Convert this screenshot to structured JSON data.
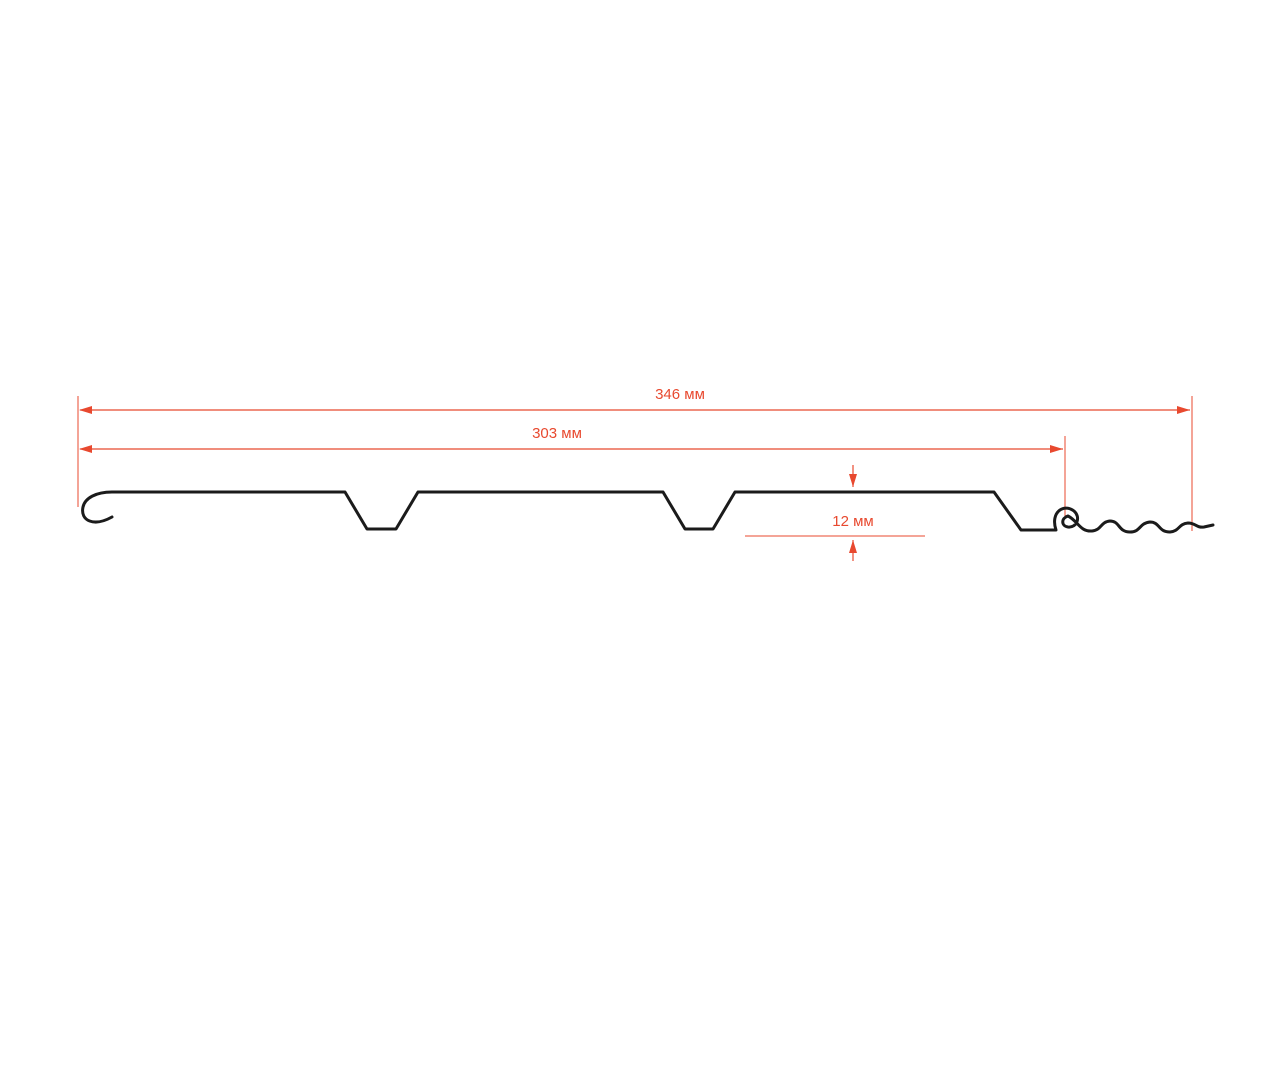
{
  "diagram": {
    "description": "Technical cross-section drawing of a soffit panel profile with dimension callouts",
    "dimensions": {
      "overall_width": {
        "label": "346 мм",
        "value": 346,
        "unit": "мм"
      },
      "working_width": {
        "label": "303 мм",
        "value": 303,
        "unit": "мм"
      },
      "depth": {
        "label": "12 мм",
        "value": 12,
        "unit": "мм"
      }
    },
    "colors": {
      "dimension": "#e8492f",
      "profile": "#1b1b1b",
      "background": "#ffffff"
    }
  }
}
